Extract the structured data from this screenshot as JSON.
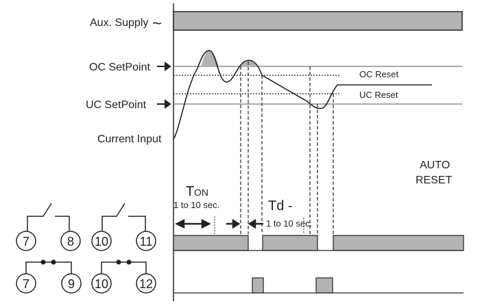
{
  "labels": {
    "aux_supply": "Aux. Supply",
    "aux_tilde": "~",
    "oc_setpoint": "OC SetPoint",
    "uc_setpoint": "UC SetPoint",
    "current_input": "Current Input",
    "oc_reset": "OC Reset",
    "uc_reset": "UC Reset",
    "auto": "AUTO",
    "reset": "RESET",
    "t_on_main": "T",
    "t_on_sub": "ON",
    "t_on_range": "1 to 10 sec.",
    "td_main": "Td -",
    "td_range": "1 to 10 sec."
  },
  "terminals": {
    "no_contact_1": [
      "7",
      "8"
    ],
    "no_contact_2": [
      "10",
      "11"
    ],
    "nc_contact_1": [
      "7",
      "9"
    ],
    "nc_contact_2": [
      "10",
      "12"
    ]
  },
  "colors": {
    "fill": "#b3b3b3",
    "line": "#222222"
  }
}
